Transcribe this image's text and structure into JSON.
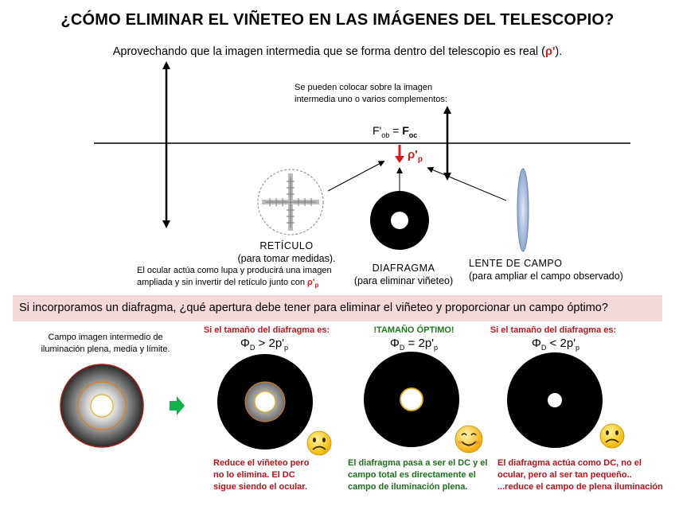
{
  "title": "¿CÓMO ELIMINAR EL VIÑETEO EN LAS IMÁGENES DEL TELESCOPIO?",
  "intro": {
    "text": "Aprovechando que la imagen intermedia que se forma dentro del telescopio es real (",
    "rho": "ρ'",
    "end": ")."
  },
  "complementos": {
    "line1": "Se pueden colocar sobre la imagen",
    "line2": "intermedia uno o varios complementos:"
  },
  "focus": {
    "label": "F'ob = Foc",
    "image_label": "ρ'p"
  },
  "reticulo": {
    "name": "RETÍCULO",
    "purpose": "(para tomar medidas).",
    "note1": "El ocular actúa como lupa y producirá una imagen",
    "note2": "ampliada y sin invertir del retículo junto con",
    "note_rho": "ρ'p"
  },
  "diafragma": {
    "name": "DIAFRAGMA",
    "purpose": "(para eliminar viñeteo)"
  },
  "lente_campo": {
    "name": "LENTE DE CAMPO",
    "purpose": "(para ampliar el campo observado)"
  },
  "question": "Si incorporamos un diafragma, ¿qué apertura debe tener para eliminar el viñeteo y proporcionar un campo óptimo?",
  "field_caption": {
    "line1": "Campo imagen intermedio de",
    "line2": "iluminación plena, media y límite."
  },
  "cases": [
    {
      "heading": "Si el tamaño del diafragma es:",
      "formula": "ΦD > 2p'p",
      "caption": [
        "Reduce el viñeteo pero",
        "no lo elimina. El DC",
        "sigue siendo el ocular."
      ],
      "face": "sad-face-icon"
    },
    {
      "heading": "!TAMAÑO ÓPTIMO!",
      "formula": "ΦD = 2p'p",
      "caption": [
        "El diafragma pasa a ser el DC y el",
        "campo total es directamente el",
        "campo de iluminación plena."
      ],
      "face": "happy-face-icon"
    },
    {
      "heading": "Si el tamaño del diafragma es:",
      "formula": "ΦD < 2p'p",
      "caption": [
        "El diafragma actúa como DC, no el",
        "ocular, pero al ser tan pequeño..",
        "...reduce el campo de plena iluminación"
      ],
      "face": "sad-face-icon"
    }
  ],
  "colors": {
    "red": "#d81b1b",
    "green": "#1e7a1e",
    "band": "#f3d9d9",
    "lens": "#a8c0e0",
    "arrow_green": "#12b24a"
  }
}
